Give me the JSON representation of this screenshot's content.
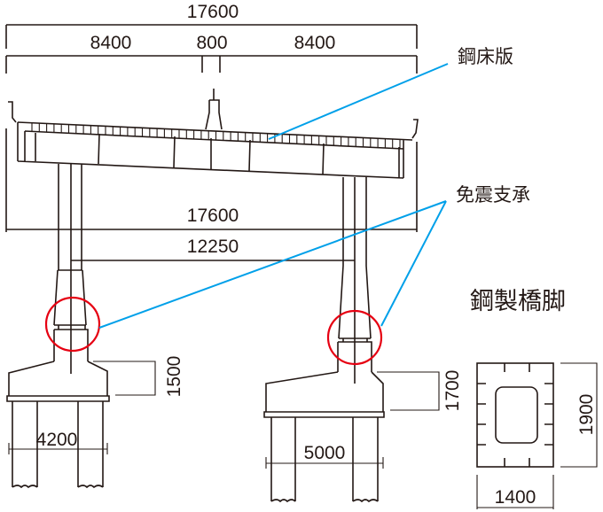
{
  "labels": {
    "deck": "鋼床版",
    "bearing": "免震支承",
    "pier": "鋼製橋脚"
  },
  "dimensions": {
    "total_width_top": "17600",
    "left_lane": "8400",
    "median": "800",
    "right_lane": "8400",
    "total_width_lower": "17600",
    "column_span": "12250",
    "left_footing_height": "1500",
    "left_footing_width": "4200",
    "right_footing_height": "1700",
    "right_footing_width": "5000",
    "section_height": "1900",
    "section_width": "1400"
  },
  "colors": {
    "line": "#231815",
    "leader": "#00a0e9",
    "highlight": "#e60012"
  }
}
